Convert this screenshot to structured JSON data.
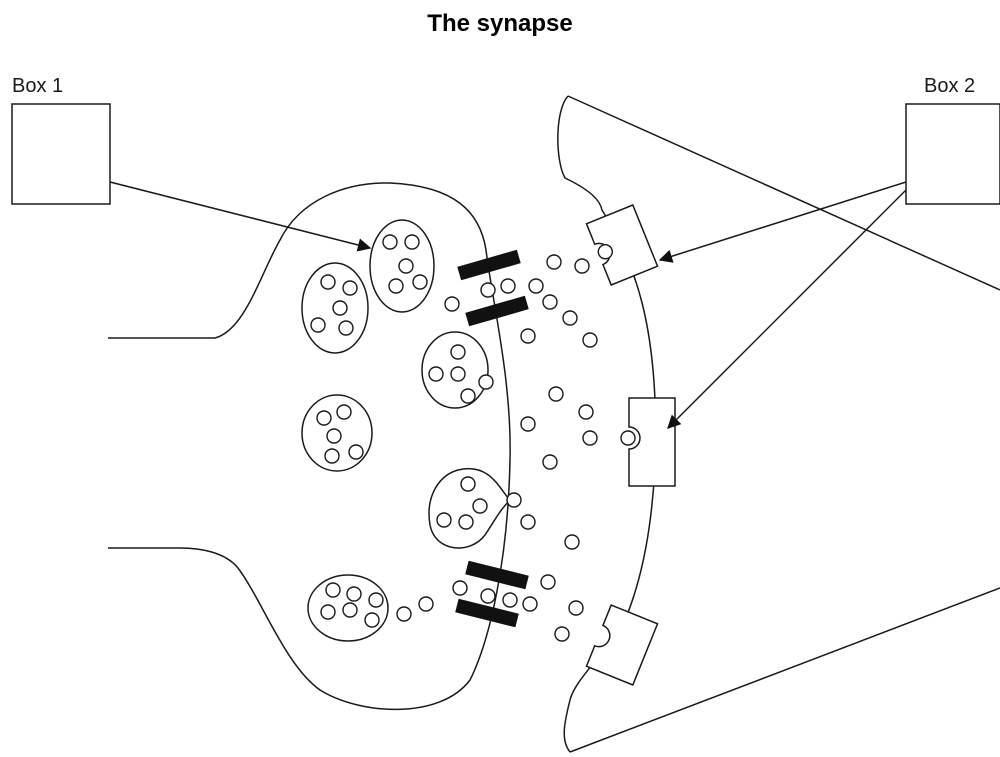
{
  "title": "The synapse",
  "labels": {
    "box1": "Box 1",
    "box2": "Box 2"
  }
}
